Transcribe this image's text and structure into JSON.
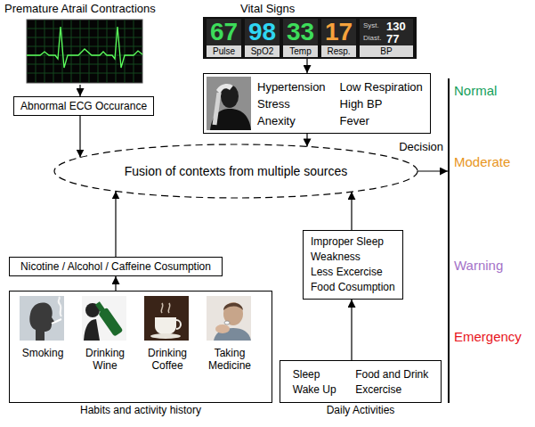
{
  "diagram": {
    "nodes": [
      {
        "text": [
          "Premature Atrail Contractions"
        ]
      },
      {
        "text": [
          "Vital Signs"
        ]
      },
      {
        "text": [
          "67",
          "Pulse"
        ],
        "in": 1
      },
      {
        "text": [
          "98",
          "SpO2"
        ],
        "in": 1
      },
      {
        "text": [
          "33",
          "Temp"
        ],
        "in": 1
      },
      {
        "text": [
          "17",
          "Resp."
        ],
        "in": 1
      },
      {
        "text": [
          "Syst.",
          "130",
          "Diast.",
          "77",
          "BP"
        ],
        "in": 1
      },
      {
        "text": [
          "Abnormal ECG Occurance"
        ]
      },
      {
        "text": [
          "Hypertension",
          "Low Respiration",
          "Stress",
          "High BP",
          "Anexity",
          "Fever"
        ]
      },
      {
        "text": [
          "Fusion of contexts from multiple sources"
        ]
      },
      {
        "text": [
          "Normal",
          "Moderate",
          "Warning",
          "Emergency"
        ]
      },
      {
        "text": [
          "Nicotine / Alcohol / Caffeine Cosumption"
        ]
      },
      {
        "text": [
          "Improper Sleep",
          "Weakness",
          "Less Excercise",
          "Food Cosumption"
        ]
      },
      {
        "text": [
          "Smoking",
          "Drinking Wine",
          "Drinking Coffee",
          "Taking Medicine",
          "Habits and activity history"
        ]
      },
      {
        "text": [
          "Sleep",
          "Food and Drink",
          "Wake Up",
          "Excercise",
          "Daily Activities"
        ]
      }
    ],
    "edges": [
      {
        "from": 0,
        "to": 7,
        "arrow": "to"
      },
      {
        "from": 1,
        "to": 8,
        "arrow": "to"
      },
      {
        "from": 7,
        "to": 9,
        "arrow": "to"
      },
      {
        "from": 8,
        "to": 9,
        "arrow": "to"
      },
      {
        "from": 9,
        "to": 10,
        "arrow": "to",
        "label": "Decision"
      },
      {
        "from": 11,
        "to": 9,
        "arrow": "to"
      },
      {
        "from": 12,
        "to": 9,
        "arrow": "to"
      },
      {
        "from": 13,
        "to": 11,
        "arrow": "to"
      },
      {
        "from": 14,
        "to": 12,
        "arrow": "to"
      }
    ]
  }
}
